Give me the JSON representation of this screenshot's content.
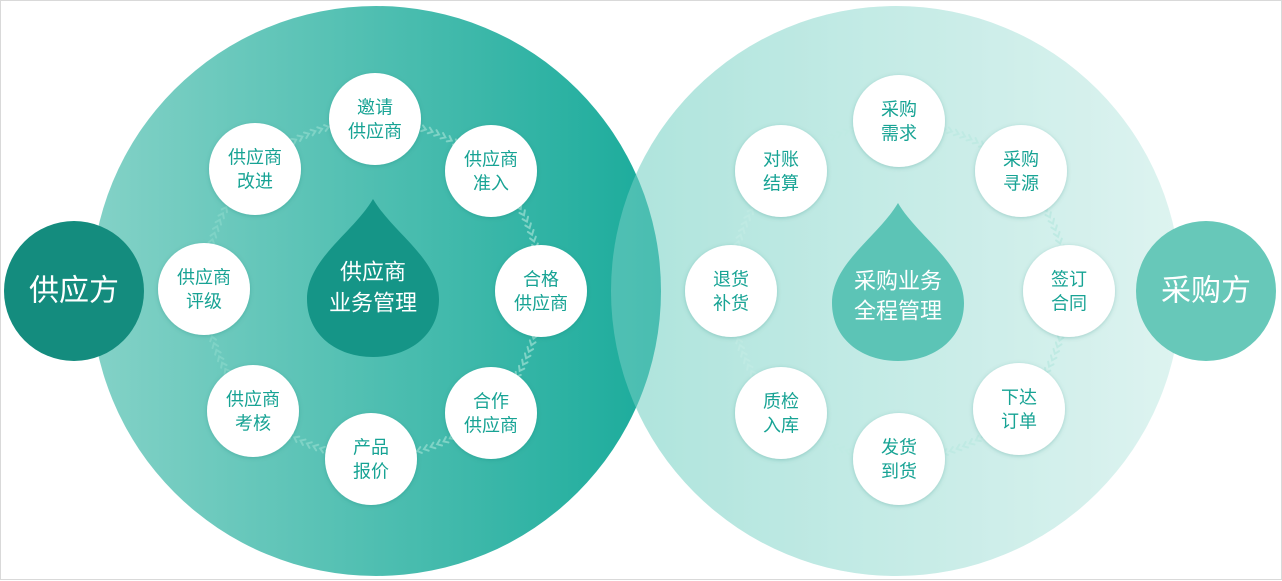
{
  "colors": {
    "supplier_circle_light": "#84d2c7",
    "supplier_circle_dark": "#1aab9b",
    "supplier_drop": "#159587",
    "supplier_party": "#148c7e",
    "buyer_circle_light": "#e7f6f3",
    "buyer_circle_dark": "#a4e0d7",
    "buyer_drop": "#5cc4b6",
    "buyer_party": "#67c8b9",
    "node_fill": "#ffffff",
    "node_text": "#17a394",
    "ring_supplier": "#7fd3c6",
    "ring_buyer": "#bfeae3",
    "label_text": "#ffffff"
  },
  "supplier": {
    "party_label": "供应方",
    "center_lines": [
      "供应商",
      "业务管理"
    ],
    "nodes": [
      {
        "name": "invite",
        "lines": [
          "邀请",
          "供应商"
        ]
      },
      {
        "name": "admission",
        "lines": [
          "供应商",
          "准入"
        ]
      },
      {
        "name": "qualified",
        "lines": [
          "合格",
          "供应商"
        ]
      },
      {
        "name": "cooperative",
        "lines": [
          "合作",
          "供应商"
        ]
      },
      {
        "name": "quotation",
        "lines": [
          "产品",
          "报价"
        ]
      },
      {
        "name": "assessment",
        "lines": [
          "供应商",
          "考核"
        ]
      },
      {
        "name": "rating",
        "lines": [
          "供应商",
          "评级"
        ]
      },
      {
        "name": "improvement",
        "lines": [
          "供应商",
          "改进"
        ]
      }
    ]
  },
  "buyer": {
    "party_label": "采购方",
    "center_lines": [
      "采购业务",
      "全程管理"
    ],
    "nodes": [
      {
        "name": "demand",
        "lines": [
          "采购",
          "需求"
        ]
      },
      {
        "name": "sourcing",
        "lines": [
          "采购",
          "寻源"
        ]
      },
      {
        "name": "contract",
        "lines": [
          "签订",
          "合同"
        ]
      },
      {
        "name": "order",
        "lines": [
          "下达",
          "订单"
        ]
      },
      {
        "name": "delivery",
        "lines": [
          "发货",
          "到货"
        ]
      },
      {
        "name": "inspection",
        "lines": [
          "质检",
          "入库"
        ]
      },
      {
        "name": "return",
        "lines": [
          "退货",
          "补货"
        ]
      },
      {
        "name": "settlement",
        "lines": [
          "对账",
          "结算"
        ]
      }
    ]
  }
}
